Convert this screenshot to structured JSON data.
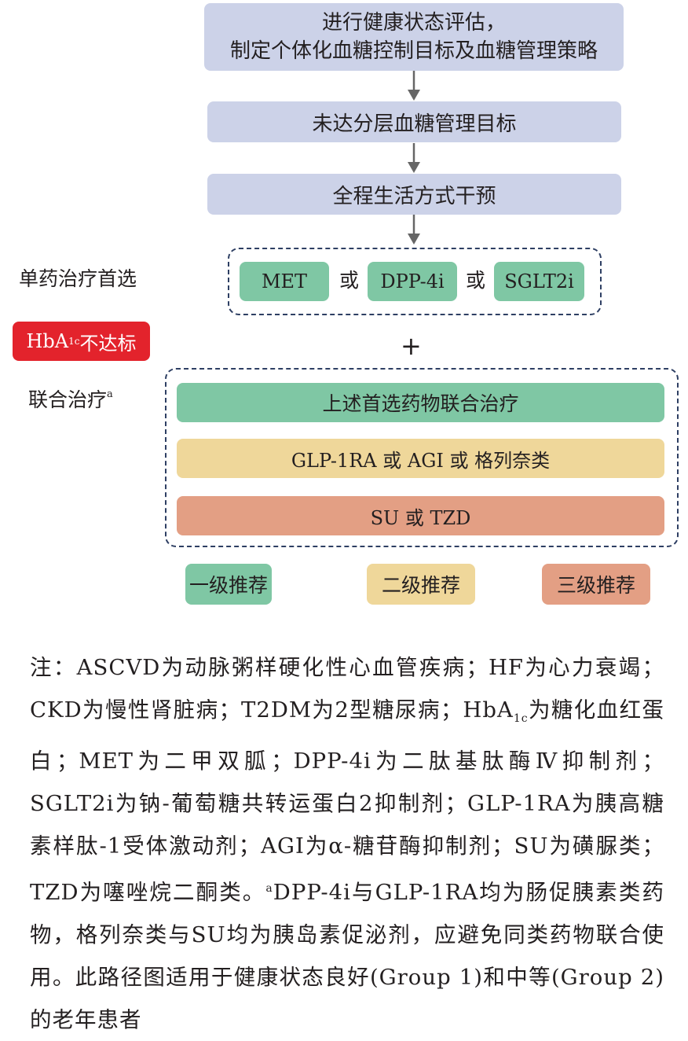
{
  "flow": {
    "step1_line1": "进行健康状态评估，",
    "step1_line2": "制定个体化血糖控制目标及血糖管理策略",
    "step2": "未达分层血糖管理目标",
    "step3": "全程生活方式干预"
  },
  "mono": {
    "label": "单药治疗首选",
    "opt1": "MET",
    "or1": "或",
    "opt2": "DPP-4i",
    "or2": "或",
    "opt3": "SGLT2i"
  },
  "badge": {
    "hba": "HbA",
    "sub": "1c",
    "text": "不达标"
  },
  "plus": "+",
  "combo": {
    "label": "联合治疗",
    "sup": "a",
    "row1": "上述首选药物联合治疗",
    "row2": "GLP-1RA 或 AGI 或 格列奈类",
    "row3": "SU 或 TZD"
  },
  "legend": {
    "level1": "一级推荐",
    "level2": "二级推荐",
    "level3": "三级推荐"
  },
  "colors": {
    "blue_box": "#ccd2e8",
    "green": "#7fc7a4",
    "yellow": "#efd79a",
    "salmon": "#e39f84",
    "red_badge": "#e3232c",
    "dashed_border": "#2e3f63",
    "arrow": "#666666"
  },
  "note": {
    "p1": "注：ASCVD为动脉粥样硬化性心血管疾病；HF为心力衰竭；CKD为慢性肾脏病；T2DM为2型糖尿病；HbA",
    "p1_sub": "1c",
    "p2": "为糖化血红蛋白；MET为二甲双胍；DPP-4i为二肽基肽酶Ⅳ抑制剂；SGLT2i为钠-葡萄糖共转运蛋白2抑制剂；GLP-1RA为胰高糖素样肽-1受体激动剂；AGI为α-糖苷酶抑制剂；SU为磺脲类；TZD为噻唑烷二酮类。",
    "p3_sup": "a",
    "p3": "DPP-4i与GLP-1RA均为肠促胰素类药物，格列奈类与SU均为胰岛素促泌剂，应避免同类药物联合使用。此路径图适用于健康状态良好(Group 1)和中等(Group 2)的老年患者"
  }
}
